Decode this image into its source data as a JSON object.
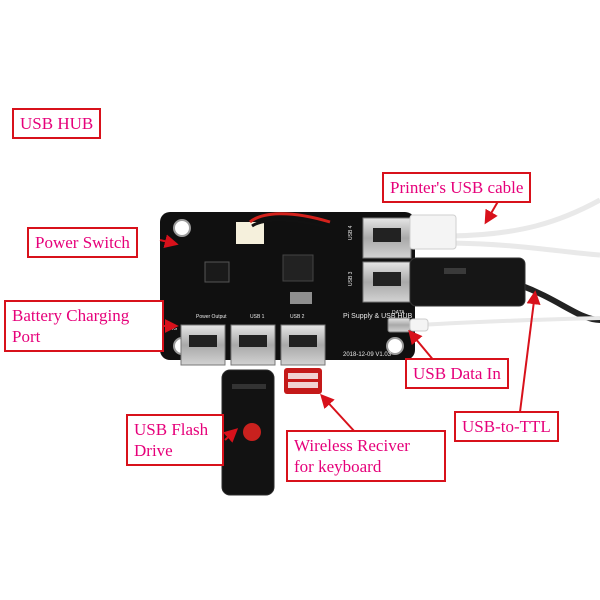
{
  "labels": {
    "usb_hub": "USB HUB",
    "printer_cable": "Printer's USB cable",
    "power_switch": "Power Switch",
    "battery_charging_1": "Battery Charging",
    "battery_charging_2": "Port",
    "usb_data_in": "USB Data In",
    "usb_flash_1": "USB Flash",
    "usb_flash_2": "Drive",
    "wireless_1": "Wireless Reciver",
    "wireless_2": "for keyboard",
    "usb_to_ttl": "USB-to-TTL"
  },
  "board_silkscreen": {
    "brand": "Pi Supply & USB HUB",
    "date_version": "2018-12-09   V1.03",
    "port_usb1": "USB 1",
    "port_usb2": "USB 2",
    "power_output": "Power Output",
    "chg": "CHG",
    "data": "DATA",
    "side_usb4": "USB 4",
    "side_usb3": "USB 3"
  },
  "colors": {
    "label_border": "#d8111b",
    "label_text": "#e6007a",
    "arrow": "#d8111b",
    "board": "#101010"
  }
}
